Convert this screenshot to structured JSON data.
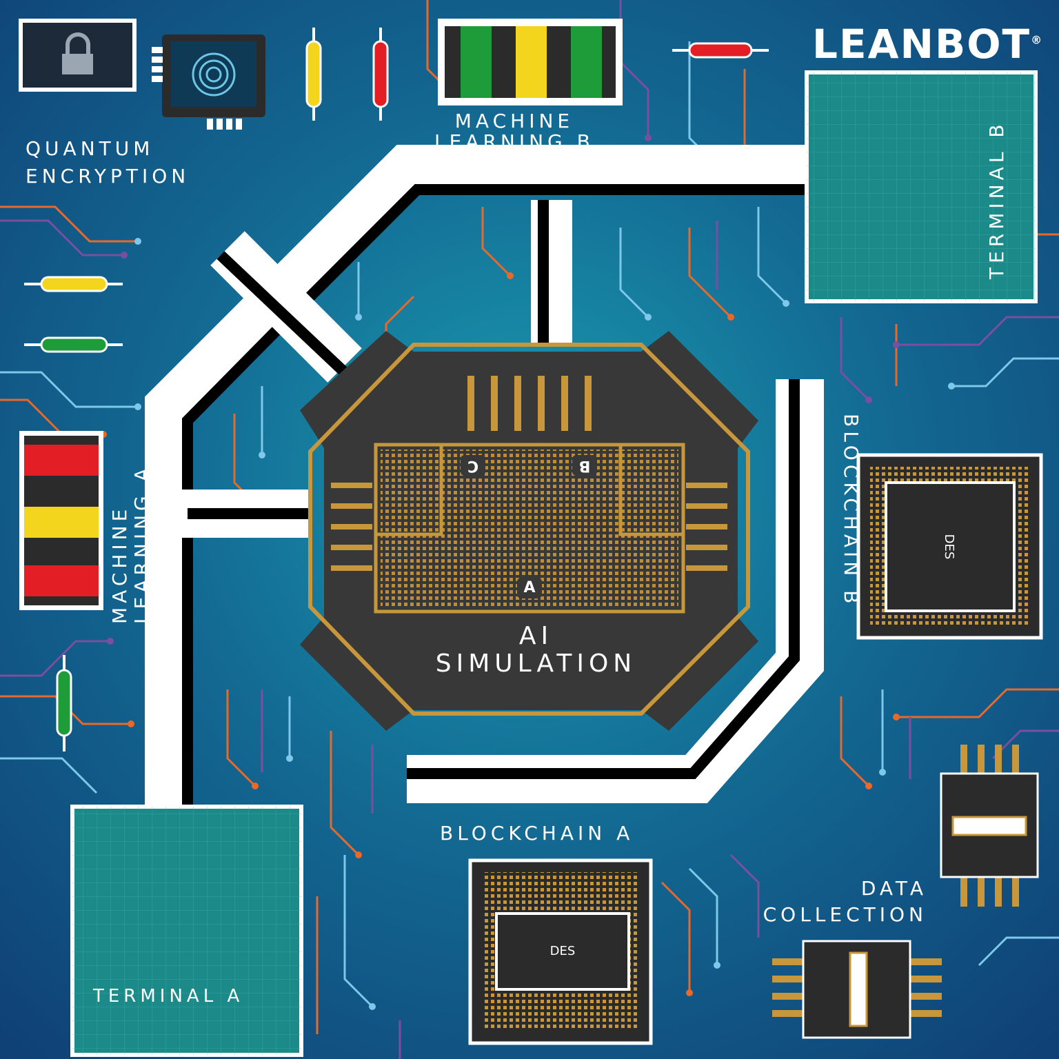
{
  "brand": {
    "logo_text": "LEANBOT",
    "registered_mark": "®"
  },
  "zones": {
    "quantum_encryption": {
      "line1": "QUANTUM",
      "line2": "ENCRYPTION"
    },
    "machine_learning_b": {
      "line1": "MACHINE",
      "line2": "LEARNING B"
    },
    "machine_learning_a": {
      "line1": "MACHINE",
      "line2": "LEARNING A"
    },
    "terminal_a": "TERMINAL A",
    "terminal_b": "TERMINAL B",
    "ai_simulation": {
      "line1": "AI",
      "line2": "SIMULATION"
    },
    "blockchain_a": "BLOCKCHAIN A",
    "blockchain_b": "BLOCKCHAIN B",
    "data_collection": {
      "line1": "DATA",
      "line2": "COLLECTION"
    }
  },
  "chip_pads": {
    "a": "A",
    "b": "B",
    "c": "C"
  },
  "chip_logos": {
    "center_right": "DES",
    "bottom_center": "DES"
  },
  "colors": {
    "background_center": "#1a9bb0",
    "background_edge": "#0f3f75",
    "track_white": "#ffffff",
    "track_black": "#000000",
    "chip_dark": "#383838",
    "gold": "#c8973c",
    "terminal_fill": "#1d8a8a",
    "resistor_yellow": "#f2d51c",
    "resistor_red": "#e31e25",
    "resistor_green": "#1e9c3a",
    "trace_orange": "#e8692a",
    "trace_purple": "#7a4fa0",
    "trace_lightblue": "#7ec8ec"
  },
  "icons": [
    "padlock-icon",
    "fingerprint-icon",
    "des-logo-icon"
  ]
}
